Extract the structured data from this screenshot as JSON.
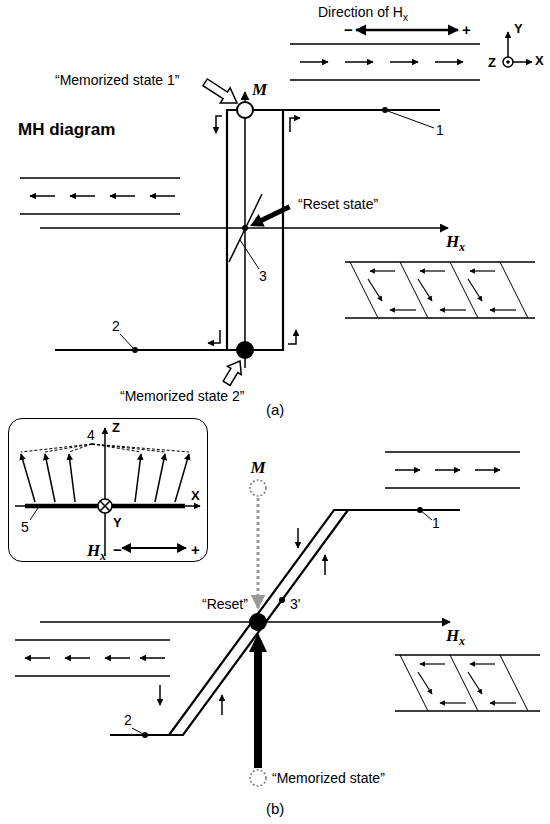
{
  "diagram": {
    "nodes": [
      {
        "text": [
          "4",
          "Z",
          "X",
          "Y",
          "5",
          "H",
          "x",
          "−",
          "+"
        ]
      }
    ],
    "labels": [
      "MH diagram",
      "“Memorized state 1”",
      "M",
      "Direction of H",
      "x",
      "−",
      "+",
      "Y",
      "Z",
      "X",
      "1",
      "“Reset state”",
      "3",
      "H",
      "x",
      "2",
      "“Memorized state 2”",
      "(a)",
      "M",
      "1",
      "“Reset”",
      "3'",
      "H",
      "x",
      "2",
      "“Memorized state”",
      "(b)"
    ]
  }
}
